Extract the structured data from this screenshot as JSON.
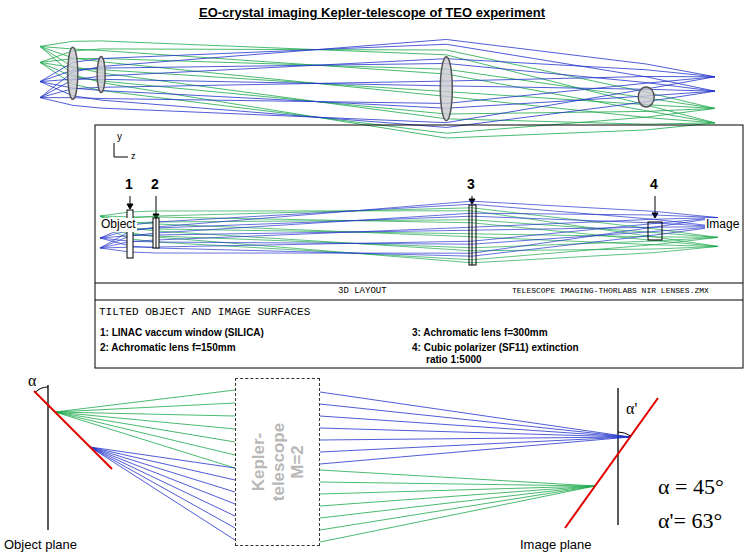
{
  "diagram": {
    "title": "EO-crystal imaging Kepler-telescope of TEO experiment",
    "nodes": [
      {
        "text": [
          "Kepler- telescope M=2"
        ]
      }
    ],
    "labels": [
      "y",
      "z",
      "1",
      "2",
      "3",
      "4",
      "Object",
      "Image",
      "3D LAYOUT",
      "TELESCOPE IMAGING-THORLABS NIR LENSES.ZMX",
      "TILTED OBJECT AND IMAGE SURFACES",
      "1: LINAC vaccum window (SILICA)",
      "2: Achromatic lens f=150mm",
      "3: Achromatic lens f=300mm",
      "4: Cubic polarizer (SF11) extinction ratio 1:5000",
      "α",
      "α'",
      "α = 45°",
      "α'= 63°",
      "Object plane",
      "Image plane"
    ]
  }
}
